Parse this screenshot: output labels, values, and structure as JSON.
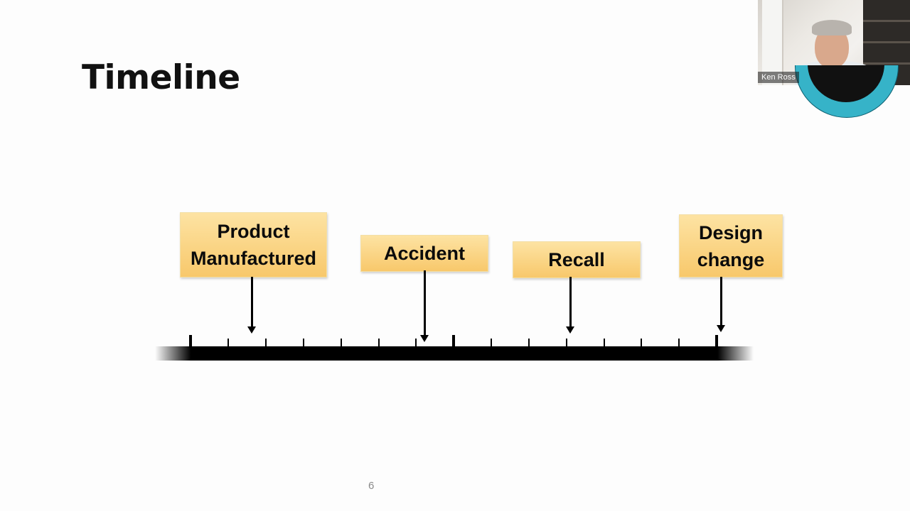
{
  "slide": {
    "title": "Timeline",
    "page_number": "6",
    "events": [
      {
        "label": "Product\nManufactured"
      },
      {
        "label": "Accident"
      },
      {
        "label": "Recall"
      },
      {
        "label": "Design\nchange"
      }
    ]
  },
  "video": {
    "participant_name": "Ken Ross"
  },
  "colors": {
    "event_box_fill": "#f9cf78",
    "timeline": "#000000",
    "logo_ring": "#36b3c8"
  }
}
